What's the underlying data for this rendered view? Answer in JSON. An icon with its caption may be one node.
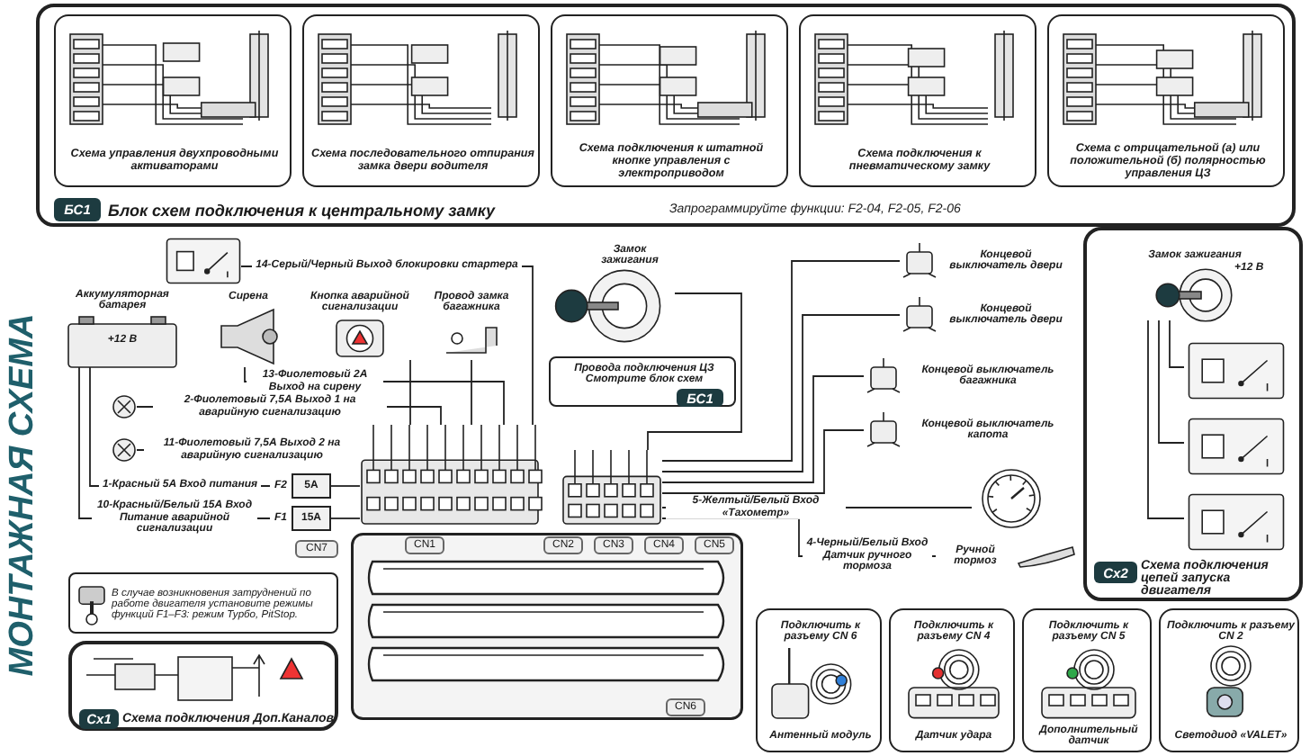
{
  "diagram": {
    "title": "МОНТАЖНАЯ СХЕМА",
    "nodes": [
      {
        "text": [
          "БС1",
          "Блок схем подключения к центральному замку",
          "Запрограммируйте функции: F2-04, F2-05, F2-06"
        ]
      },
      {
        "text": [
          "Схема управления двухпроводными активаторами"
        ],
        "in": 0
      },
      {
        "text": [
          "Схема последовательного отпирания замка двери водителя"
        ],
        "in": 0
      },
      {
        "text": [
          "Схема подключения к штатной кнопке управления с электроприводом"
        ],
        "in": 0
      },
      {
        "text": [
          "Схема подключения к пневматическому замку"
        ],
        "in": 0
      },
      {
        "text": [
          "Схема с отрицательной (а) или положительной (б) полярностью управления ЦЗ"
        ],
        "in": 0
      },
      {
        "text": [],
        "shape": "box"
      },
      {
        "text": [
          "Аккумуляторная батарея",
          "+12 В"
        ]
      },
      {
        "text": [
          "Сирена"
        ]
      },
      {
        "text": [
          "Кнопка аварийной сигнализации"
        ]
      },
      {
        "text": [
          "Провод замка багажника"
        ]
      },
      {
        "text": [],
        "shape": "circle"
      },
      {
        "text": [],
        "shape": "circle"
      },
      {
        "text": [
          "F2",
          "5А"
        ]
      },
      {
        "text": [
          "F1",
          "15А"
        ]
      },
      {
        "text": [
          "Замок зажигания"
        ]
      },
      {
        "text": [
          "Провода подключения ЦЗ Смотрите блок схем",
          "БС1"
        ]
      },
      {
        "text": [],
        "shape": "box"
      },
      {
        "text": [
          "CN1"
        ],
        "in": 17
      },
      {
        "text": [
          "CN2"
        ],
        "in": 17
      },
      {
        "text": [
          "CN3"
        ],
        "in": 17
      },
      {
        "text": [
          "CN4"
        ],
        "in": 17
      },
      {
        "text": [
          "CN5"
        ],
        "in": 17
      },
      {
        "text": [
          "CN6"
        ],
        "in": 17
      },
      {
        "text": [
          "CN7"
        ]
      },
      {
        "text": [],
        "shape": "picture"
      },
      {
        "text": [],
        "shape": "picture"
      },
      {
        "text": [
          "Концевой выключатель двери"
        ]
      },
      {
        "text": [
          "Концевой выключатель двери"
        ]
      },
      {
        "text": [
          "Концевой выключатель багажника"
        ]
      },
      {
        "text": [],
        "shape": "picture"
      },
      {
        "text": [
          "Концевой выключатель капота"
        ]
      },
      {
        "text": [
          "Ручной тормоз"
        ]
      },
      {
        "text": [
          "Сх2",
          "Схема подключения цепей запуска двигателя"
        ]
      },
      {
        "text": [
          "Замок зажигания"
        ],
        "in": 33
      },
      {
        "text": [],
        "shape": "box",
        "in": 33
      },
      {
        "text": [],
        "shape": "box",
        "in": 33
      },
      {
        "text": [],
        "shape": "box",
        "in": 33
      },
      {
        "text": [
          "В случае возникновения затруднений по работе двигателя установите режимы функций F1–F3: режим Турбо, PitStop."
        ]
      },
      {
        "text": [
          "Сх1",
          "Схема подключения Доп.Каналов"
        ]
      },
      {
        "text": [
          "Подключить к разъему CN 6",
          "Антенный модуль"
        ]
      },
      {
        "text": [
          "Подключить к разъему CN 4",
          "Датчик удара"
        ]
      },
      {
        "text": [
          "Подключить к разъему CN 5",
          "Дополнительный датчик"
        ]
      },
      {
        "text": [
          "Подключить к разъему CN 2",
          "Светодиод «VALET»"
        ]
      }
    ],
    "edges": [
      {
        "from": 25,
        "to": 6,
        "arrow": "none",
        "label": "14-Серый/Черный Выход блокировки стартера"
      },
      {
        "from": 25,
        "to": 8,
        "arrow": "none",
        "label": "13-Фиолетовый 2А Выход на сирену"
      },
      {
        "from": 25,
        "to": 11,
        "arrow": "none",
        "label": "2-Фиолетовый 7,5А Выход 1 на аварийную сигнализацию"
      },
      {
        "from": 25,
        "to": 12,
        "arrow": "none",
        "label": "11-Фиолетовый 7,5А Выход 2 на аварийную сигнализацию"
      },
      {
        "from": 25,
        "to": 13,
        "arrow": "none"
      },
      {
        "from": 13,
        "to": 7,
        "arrow": "none",
        "label": "1-Красный 5А Вход питания"
      },
      {
        "from": 25,
        "to": 14,
        "arrow": "none"
      },
      {
        "from": 14,
        "to": 7,
        "arrow": "none",
        "label": "10-Красный/Белый 15А Вход Питание аварийной сигнализации"
      },
      {
        "from": 25,
        "to": 9,
        "arrow": "none"
      },
      {
        "from": 25,
        "to": 10,
        "arrow": "none"
      },
      {
        "from": 26,
        "to": 15,
        "arrow": "none"
      },
      {
        "from": 26,
        "to": 27,
        "arrow": "none"
      },
      {
        "from": 26,
        "to": 28,
        "arrow": "none"
      },
      {
        "from": 26,
        "to": 29,
        "arrow": "none"
      },
      {
        "from": 26,
        "to": 31,
        "arrow": "none"
      },
      {
        "from": 26,
        "to": 30,
        "arrow": "none",
        "label": "5-Желтый/Белый Вход «Тахометр»"
      },
      {
        "from": 26,
        "to": 32,
        "arrow": "none",
        "label": "4-Черный/Белый Вход Датчик ручного тормоза"
      },
      {
        "from": 34,
        "to": 35,
        "arrow": "none"
      },
      {
        "from": 34,
        "to": 36,
        "arrow": "none"
      },
      {
        "from": 34,
        "to": 37,
        "arrow": "none"
      }
    ],
    "labels": [
      "+12 В"
    ]
  }
}
